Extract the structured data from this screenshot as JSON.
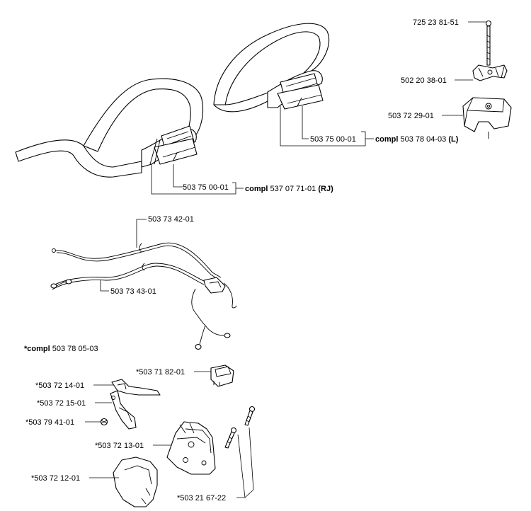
{
  "callouts": {
    "bolt_top": "725 23 81-51",
    "knob": "502 20 38-01",
    "clamp_cap": "503 72 29-01",
    "bracket_right": "503 75 00-01",
    "compl_right_prefix": "compl",
    "compl_right_num": " 503 78 04-03 ",
    "compl_right_suffix": "(L)",
    "bracket_left": "503 75 00-01",
    "compl_left_prefix": "compl",
    "compl_left_num": " 537 07 71-01 ",
    "compl_left_suffix": "(RJ)",
    "cable_upper": "503 73 42-01",
    "cable_lower": "503 73 43-01",
    "compl_cable_prefix": "*compl",
    "compl_cable_num": " 503 78 05-03",
    "switch": "*503 71 82-01",
    "throttle_trigger": "*503 72 14-01",
    "lockout": "*503 72 15-01",
    "spring": "*503 79 41-01",
    "housing_right": "*503 72 13-01",
    "housing_left": "*503 72 12-01",
    "screws": "*503 21 67-22"
  }
}
